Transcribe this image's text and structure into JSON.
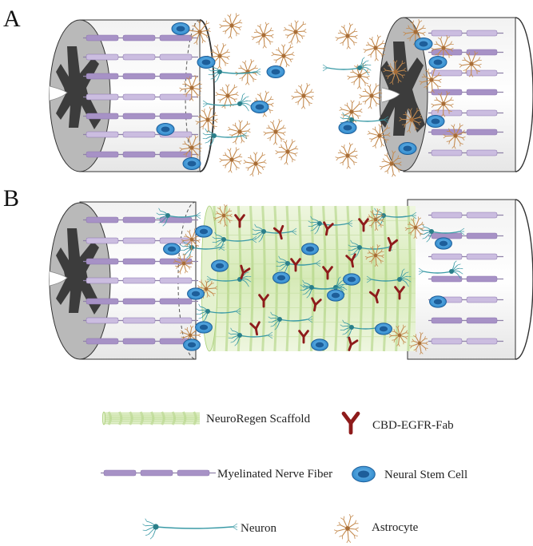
{
  "panels": {
    "a": {
      "label": "A"
    },
    "b": {
      "label": "B"
    }
  },
  "legend": {
    "scaffold": "NeuroRegen Scaffold",
    "fab": "CBD-EGFR-Fab",
    "fiber": "Myelinated Nerve Fiber",
    "stem_cell": "Neural Stem Cell",
    "neuron": "Neuron",
    "astrocyte": "Astrocyte"
  },
  "colors": {
    "fiber": "#a792c6",
    "fiber_light": "#cbbde0",
    "gray_matter": "#3c3c3c",
    "white_matter": "#b9b9b9",
    "stem_cell": "#2b86c9",
    "stem_cell_dark": "#1d5e9a",
    "neuron": "#3a9aa6",
    "astrocyte": "#c48a4e",
    "fab": "#8e1b1b",
    "scaffold_light": "#dfeec4",
    "scaffold_dark": "#a9cf78"
  }
}
